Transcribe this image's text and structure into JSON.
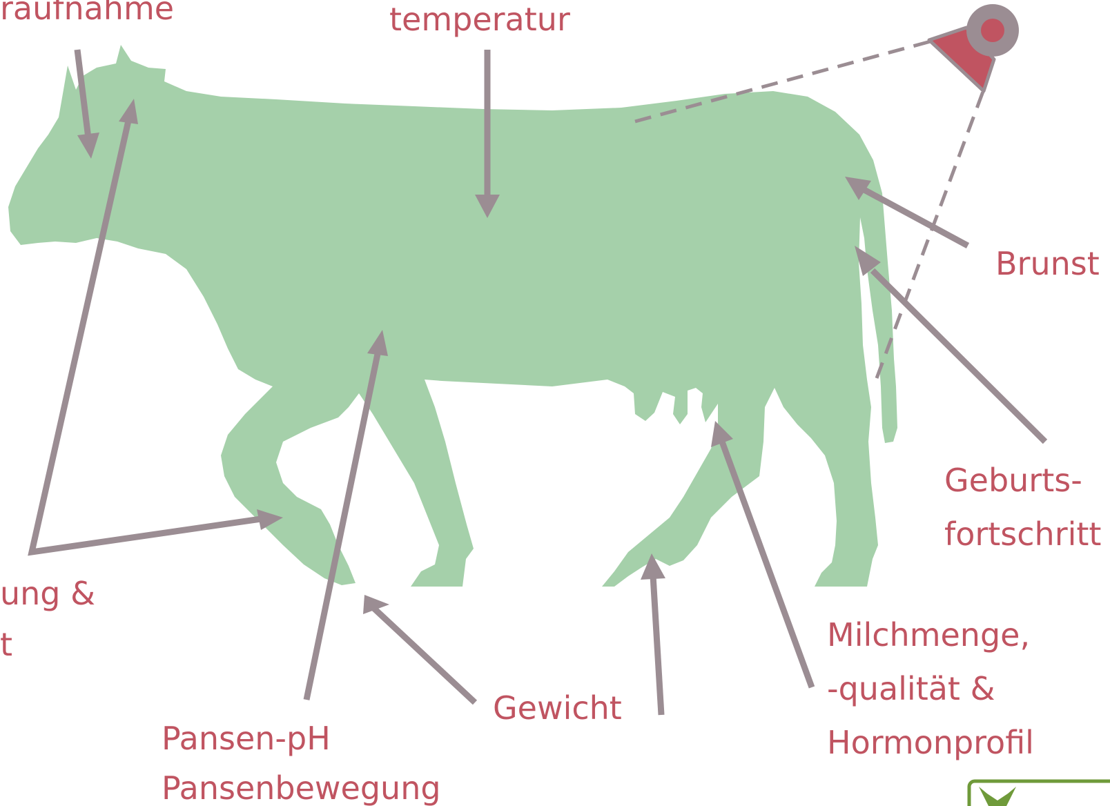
{
  "labels": {
    "futteraufnahme": "raufnahme",
    "temperatur": "temperatur",
    "brunst": "Brunst",
    "geburt_line1": "Geburts-",
    "geburt_line2": "fortschritt",
    "bewegung_line1": "ung &",
    "bewegung_line2": "t",
    "pansen_line1": "Pansen-pH",
    "pansen_line2": "Pansenbewegung",
    "gewicht": "Gewicht",
    "milch_line1": "Milchmenge,",
    "milch_line2": "-qualität &",
    "milch_line3": "Hormonprofil"
  },
  "colors": {
    "cow": "#a5d0aa",
    "arrow": "#9b8d93",
    "label": "#c05461",
    "sensor_fill": "#c05461",
    "logo_green": "#6f9a3a"
  },
  "icons": {
    "sensor": "pedometer-sensor-icon",
    "logo": "logo-icon"
  }
}
